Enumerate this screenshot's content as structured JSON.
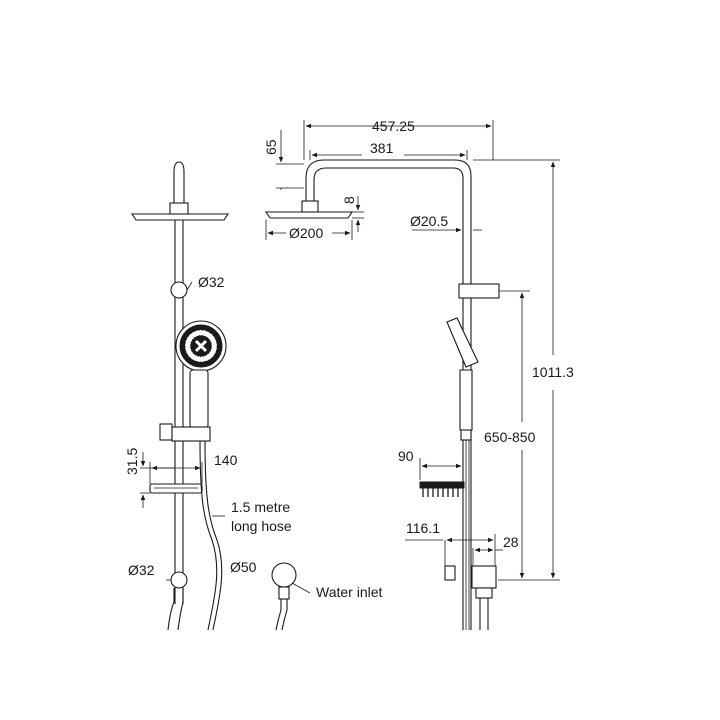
{
  "colors": {
    "line": "#1a1a1a",
    "background": "#ffffff",
    "shade": "#6b6b6b"
  },
  "dimensions": {
    "overall_arm": "457.25",
    "arm_reach": "381",
    "arm_drop": "65",
    "head_thickness": "8",
    "head_diameter": "Ø200",
    "rail_diameter": "Ø20.5",
    "overall_height": "1011.3",
    "slide_range": "650-850",
    "shelf_depth": "90",
    "inlet_offset": "116.1",
    "inlet_spacing": "28",
    "bracket_height": "31.5",
    "shelf_width": "140",
    "top_bracket_diameter": "Ø32",
    "bottom_bracket_diameter": "Ø32",
    "inlet_diameter": "Ø50"
  },
  "callouts": {
    "hose_line1": "1.5 metre",
    "hose_line2": "long hose",
    "water_inlet": "Water inlet"
  }
}
